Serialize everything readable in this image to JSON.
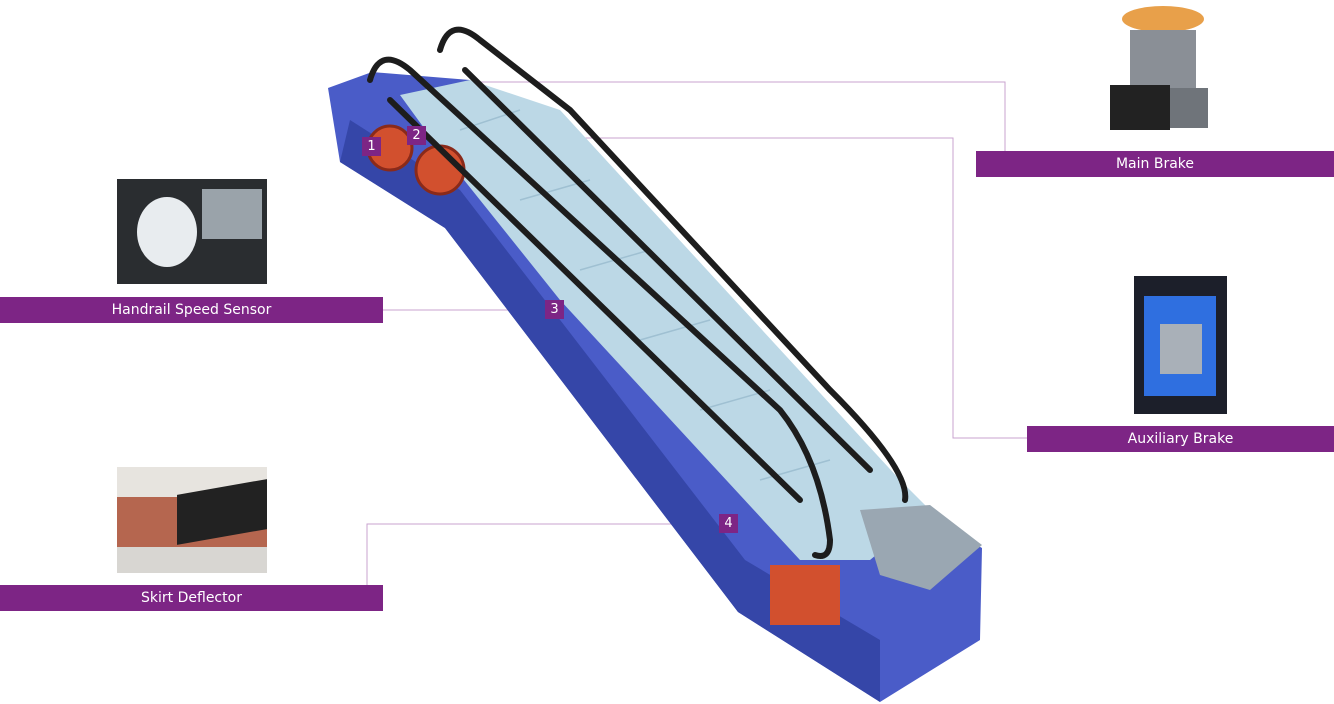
{
  "components": [
    {
      "id": "main-brake",
      "label": "Main Brake",
      "badge": "1"
    },
    {
      "id": "auxiliary-brake",
      "label": "Auxiliary Brake",
      "badge": "2"
    },
    {
      "id": "handrail-speed-sensor",
      "label": "Handrail Speed Sensor",
      "badge": "3"
    },
    {
      "id": "skirt-deflector",
      "label": "Skirt Deflector",
      "badge": "4"
    }
  ],
  "colors": {
    "accent": "#7d2585",
    "truss": "#4a5cc8",
    "steps": "#bcd8e6",
    "connector": "#c9a3cf"
  }
}
